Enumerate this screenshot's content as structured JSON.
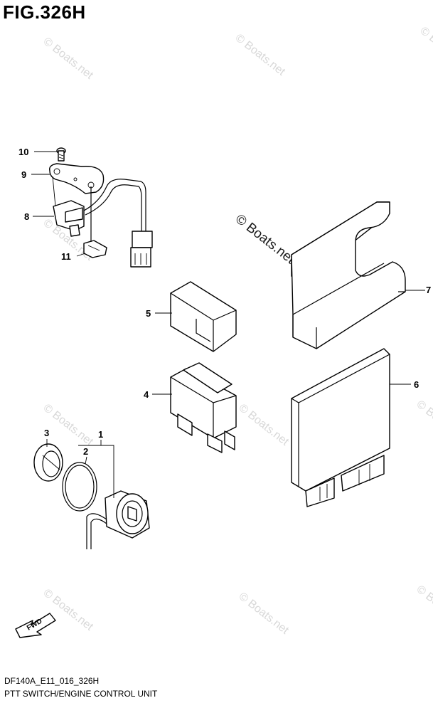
{
  "figure": {
    "title": "FIG.326H",
    "code": "DF140A_E11_016_326H",
    "caption": "PTT SWITCH/ENGINE CONTROL UNIT"
  },
  "callouts": [
    "1",
    "2",
    "3",
    "4",
    "5",
    "6",
    "7",
    "8",
    "9",
    "10",
    "11"
  ],
  "fwd_label": "FWD",
  "watermark": "© Boats.net",
  "colors": {
    "line": "#000000",
    "background": "#ffffff",
    "watermark": "#d8d8d8"
  }
}
